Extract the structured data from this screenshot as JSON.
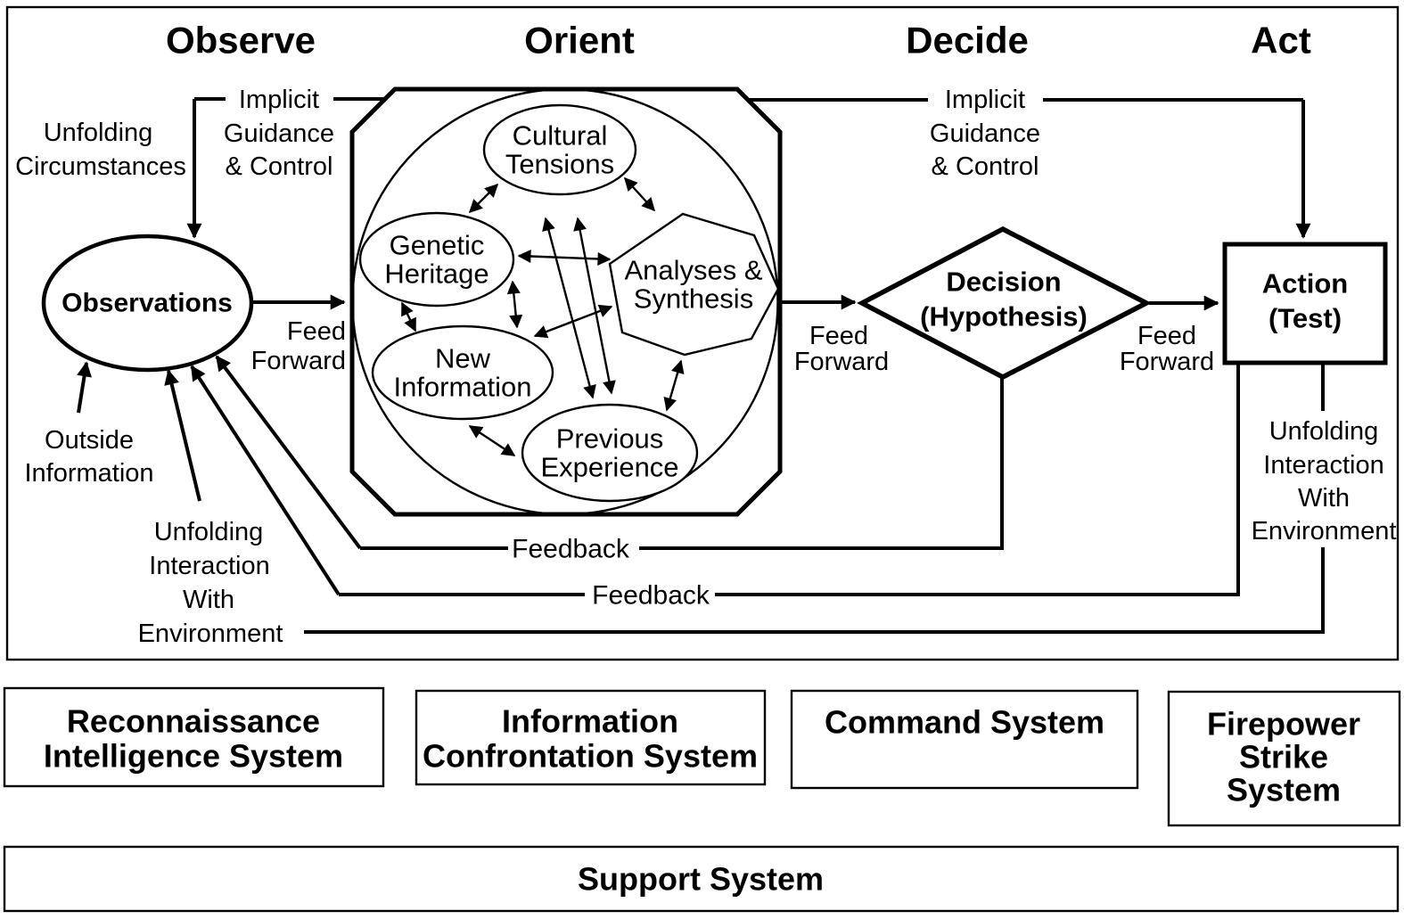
{
  "headers": {
    "observe": "Observe",
    "orient": "Orient",
    "decide": "Decide",
    "act": "Act"
  },
  "observe": {
    "observations": "Observations",
    "unfolding_circumstances": [
      "Unfolding",
      "Circumstances"
    ],
    "implicit_guidance": [
      "Implicit",
      "Guidance",
      "& Control"
    ],
    "outside_information": [
      "Outside",
      "Information"
    ],
    "unfolding_interaction": [
      "Unfolding",
      "Interaction",
      "With",
      "Environment"
    ]
  },
  "orient": {
    "cultural_tensions": [
      "Cultural",
      "Tensions"
    ],
    "genetic_heritage": [
      "Genetic",
      "Heritage"
    ],
    "new_information": [
      "New",
      "Information"
    ],
    "analyses_synthesis": [
      "Analyses &",
      "Synthesis"
    ],
    "previous_experience": [
      "Previous",
      "Experience"
    ]
  },
  "decide": {
    "decision": [
      "Decision",
      "(Hypothesis)"
    ],
    "implicit_guidance": [
      "Implicit",
      "Guidance",
      "& Control"
    ]
  },
  "act": {
    "action": [
      "Action",
      "(Test)"
    ],
    "unfolding_interaction": [
      "Unfolding",
      "Interaction",
      "With",
      "Environment"
    ]
  },
  "flows": {
    "feed_forward": [
      "Feed",
      "Forward"
    ],
    "feedback": "Feedback"
  },
  "systems": {
    "recon": [
      "Reconnaissance",
      "Intelligence System"
    ],
    "info_confrontation": [
      "Information",
      "Confrontation System"
    ],
    "command": "Command System",
    "firepower": [
      "Firepower",
      "Strike",
      "System"
    ],
    "support": "Support System"
  },
  "colors": {
    "ink": "#000000",
    "background": "#ffffff"
  }
}
